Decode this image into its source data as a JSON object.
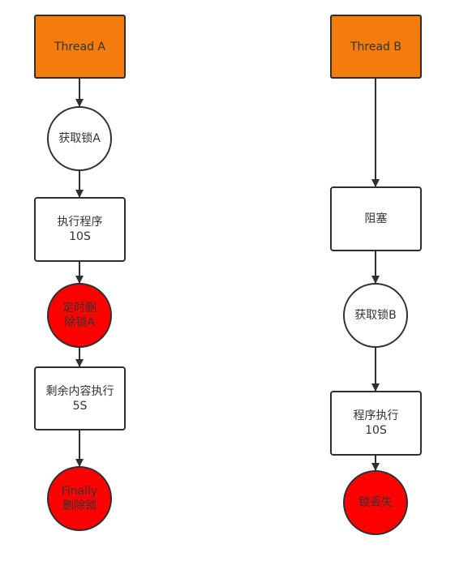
{
  "colors": {
    "thread_fill": "#f47c0a",
    "alert_fill": "#ff0000",
    "stroke": "#2f2f2f",
    "text": "#333333"
  },
  "thread_a": {
    "title": "Thread A",
    "acquire_lock": "获取锁A",
    "execute": "执行程序\n10S",
    "timed_delete": "定时删\n除锁A",
    "remaining": "剩余内容执行\n5S",
    "finally_delete": "Finally\n删除锁"
  },
  "thread_b": {
    "title": "Thread B",
    "blocked": "阻塞",
    "acquire_lock": "获取锁B",
    "execute": "程序执行\n10S",
    "lock_lost": "锁丢失"
  }
}
